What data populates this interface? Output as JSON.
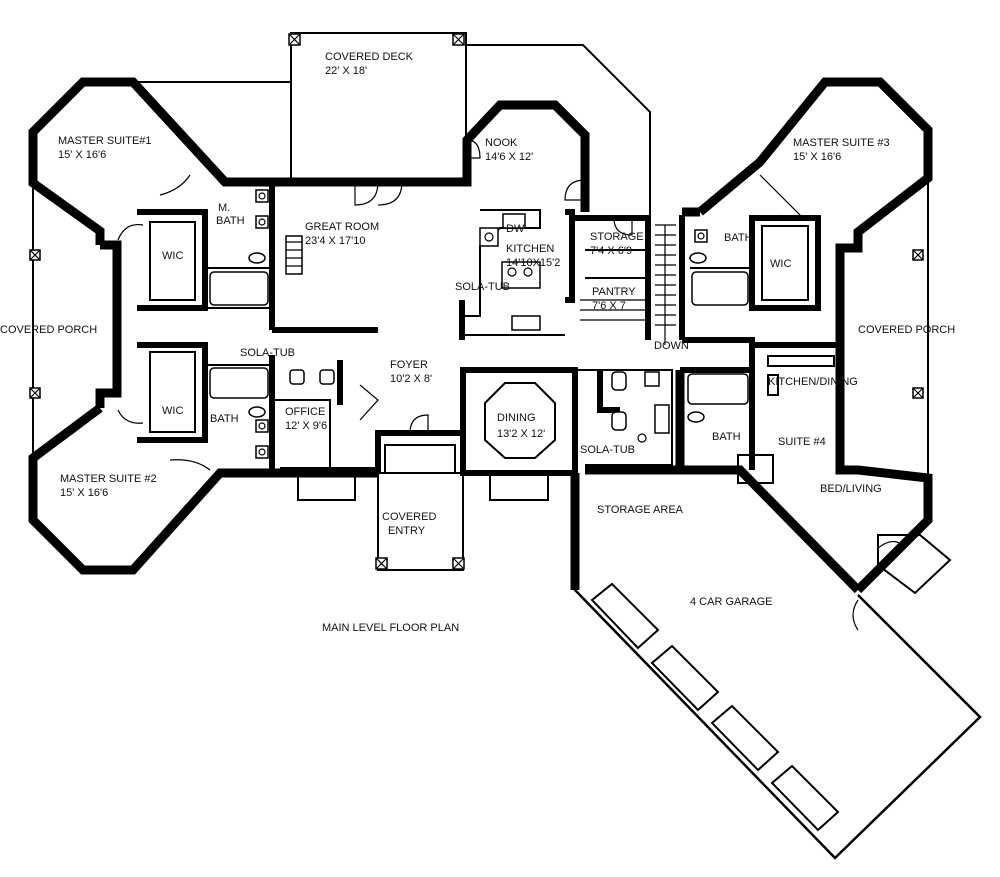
{
  "plan_title": "MAIN LEVEL FLOOR PLAN",
  "rooms": {
    "covered_deck": {
      "name": "COVERED DECK",
      "size": "22' X 18'"
    },
    "master_suite_1": {
      "name": "MASTER SUITE#1",
      "size": "15' X 16'6"
    },
    "master_suite_2": {
      "name": "MASTER SUITE #2",
      "size": "15' X 16'6"
    },
    "master_suite_3": {
      "name": "MASTER SUITE #3",
      "size": "15' X 16'6"
    },
    "nook": {
      "name": "NOOK",
      "size": "14'6 X 12'"
    },
    "great_room": {
      "name": "GREAT ROOM",
      "size": "23'4 X 17'10"
    },
    "kitchen": {
      "name": "KITCHEN",
      "size": "14'10X15'2"
    },
    "storage": {
      "name": "STORAGE",
      "size": "7'4 X 6'9"
    },
    "pantry": {
      "name": "PANTRY",
      "size": "7'6 X 7"
    },
    "foyer": {
      "name": "FOYER",
      "size": "10'2 X 8'"
    },
    "office": {
      "name": "OFFICE",
      "size": "12' X 9'6"
    },
    "dining": {
      "name": "DINING",
      "size": "13'2 X 12'"
    }
  },
  "labels": {
    "m_bath_1": "M.",
    "m_bath_2": "BATH",
    "wic_left_top": "WIC",
    "wic_left_bottom": "WIC",
    "wic_right": "WIC",
    "bath_left": "BATH",
    "bath_right_top": "BATH",
    "bath_suite4": "BATH",
    "sola_tub_left": "SOLA-TUB",
    "sola_tub_kitchen": "SOLA-TUB",
    "sola_tub_center": "SOLA-TUB",
    "covered_porch_left": "COVERED PORCH",
    "covered_porch_right": "COVERED PORCH",
    "covered_entry_1": "COVERED",
    "covered_entry_2": "ENTRY",
    "kitchen_dining": "KITCHEN/DINING",
    "suite_4": "SUITE #4",
    "bed_living": "BED/LIVING",
    "storage_area": "STORAGE AREA",
    "garage": "4 CAR GARAGE",
    "down": "DOWN",
    "dw": "DW"
  }
}
